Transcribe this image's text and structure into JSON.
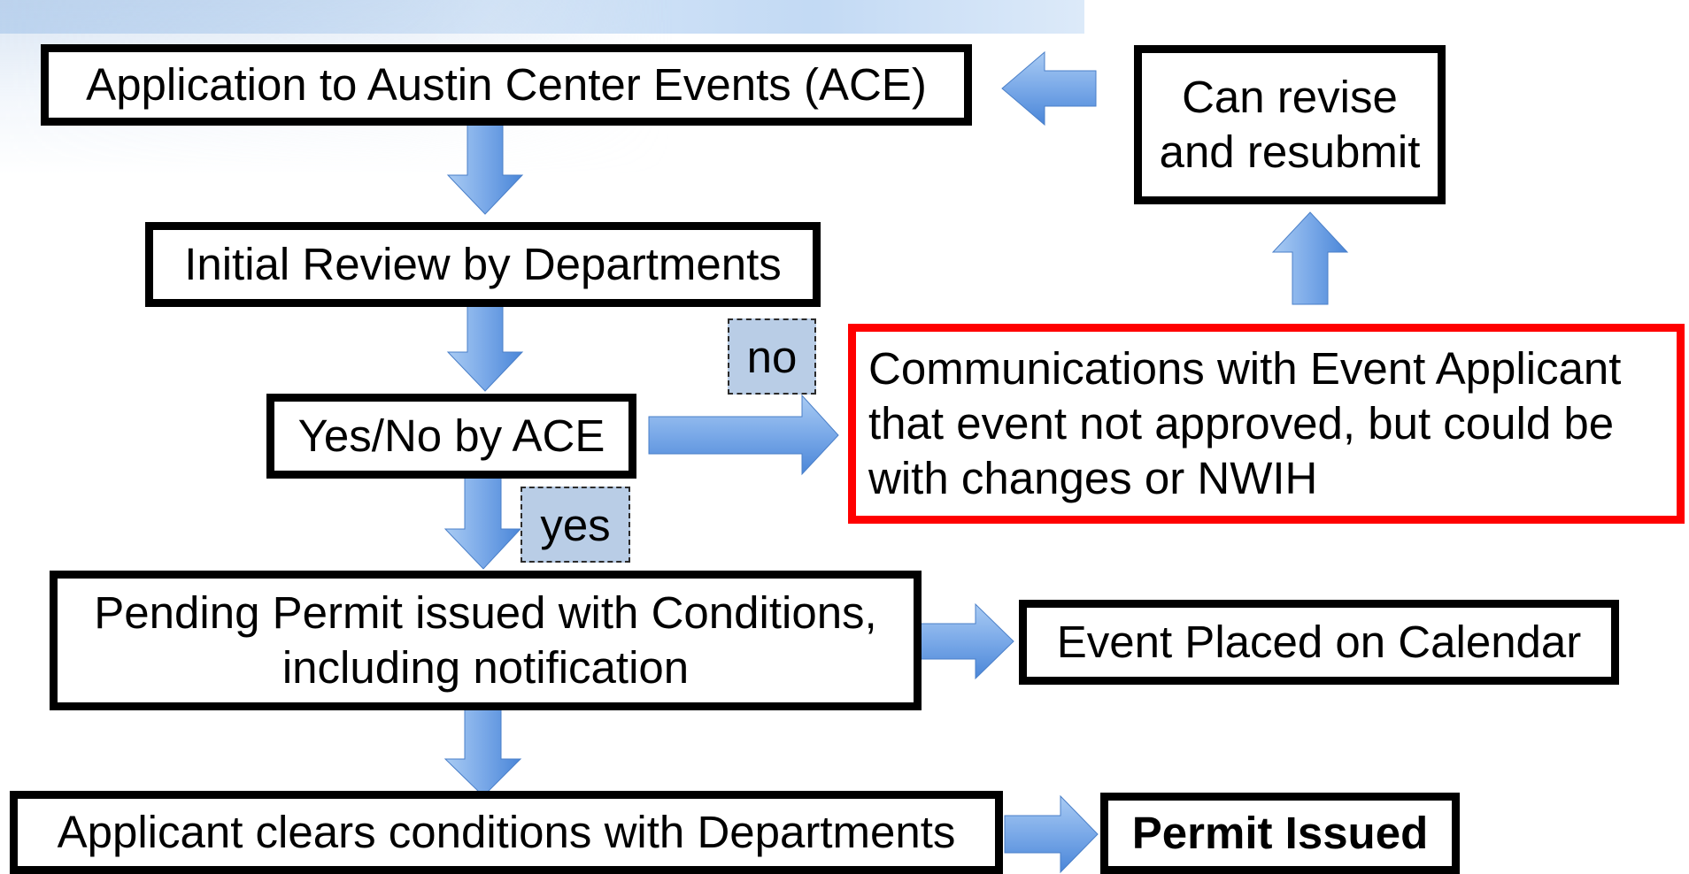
{
  "colors": {
    "box_border": "#000000",
    "rejection_border": "#ff0000",
    "arrow_fill_light": "#a9cbf3",
    "arrow_fill_dark": "#4a86d8",
    "tag_fill": "#b9cde6"
  },
  "nodes": {
    "application": "Application to Austin Center Events (ACE)",
    "initial_review": "Initial Review by Departments",
    "decision": "Yes/No by ACE",
    "communications": "Communications with Event Applicant\nthat event not approved, but could be\nwith changes or NWIH",
    "revise": "Can revise\nand resubmit",
    "pending_permit": "Pending Permit issued with Conditions,\nincluding notification",
    "calendar": "Event Placed on Calendar",
    "clears_conditions": "Applicant clears conditions with Departments",
    "permit_issued": "Permit Issued"
  },
  "labels": {
    "no": "no",
    "yes": "yes"
  }
}
